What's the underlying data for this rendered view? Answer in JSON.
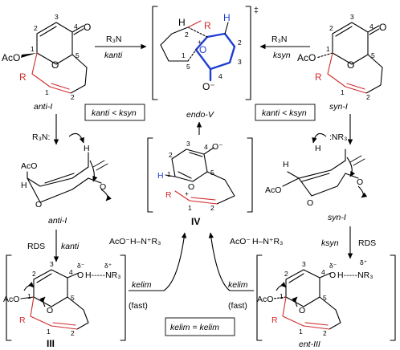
{
  "reagents": {
    "r3n": "R₃N",
    "r3n_colon": "R₃N:",
    "colon_nr3": ":NR₃",
    "aco_minus": "AcO⁻",
    "h_nr3_plus": "H–N⁺R₃",
    "aco": "AcO",
    "r": "R",
    "h": "H",
    "o": "O",
    "o_minus": "O⁻",
    "o_plus": "O",
    "delta_minus": "δ⁻",
    "delta_plus": "δ⁺",
    "plus": "+",
    "dagger": "‡",
    "hnr3_dotted": "H-----NR₃"
  },
  "rate_labels": {
    "k_anti": "kanti",
    "k_syn": "ksyn",
    "k_elim": "kelim",
    "k_anti_lt_k_syn": "kanti < ksyn",
    "k_elim_eq_k_elim": "kelim = kelim",
    "rds": "RDS",
    "fast": "(fast)"
  },
  "compounds": {
    "anti_I": "anti-I",
    "syn_I": "syn-I",
    "endo_V": "endo-V",
    "IV": "IV",
    "III": "III",
    "ent_III": "ent-III"
  },
  "atom_numbers": {
    "n1": "1",
    "n2": "2",
    "n3": "3",
    "n4": "4",
    "n5": "5"
  },
  "colors": {
    "tether_red": "#d12b2b",
    "highlight_blue": "#1f3fd1",
    "ink": "#000000"
  }
}
